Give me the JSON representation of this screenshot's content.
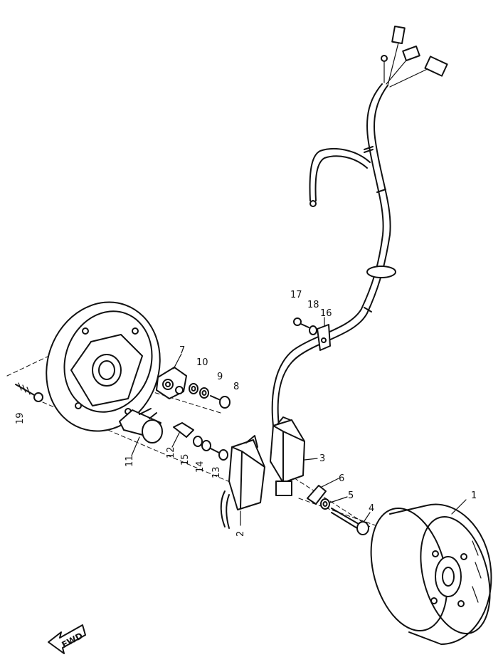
{
  "callouts": [
    {
      "id": "c1",
      "text": "1"
    },
    {
      "id": "c2",
      "text": "2"
    },
    {
      "id": "c3",
      "text": "3"
    },
    {
      "id": "c4",
      "text": "4"
    },
    {
      "id": "c5",
      "text": "5"
    },
    {
      "id": "c6",
      "text": "6"
    },
    {
      "id": "c7",
      "text": "7"
    },
    {
      "id": "c8",
      "text": "8"
    },
    {
      "id": "c9",
      "text": "9"
    },
    {
      "id": "c10",
      "text": "10"
    },
    {
      "id": "c11",
      "text": "11"
    },
    {
      "id": "c12",
      "text": "12"
    },
    {
      "id": "c13",
      "text": "13"
    },
    {
      "id": "c14",
      "text": "14"
    },
    {
      "id": "c15",
      "text": "15"
    },
    {
      "id": "c16",
      "text": "16"
    },
    {
      "id": "c17",
      "text": "17"
    },
    {
      "id": "c18",
      "text": "18"
    },
    {
      "id": "c19",
      "text": "19"
    }
  ],
  "fwd_marker": {
    "text": "FWD"
  }
}
